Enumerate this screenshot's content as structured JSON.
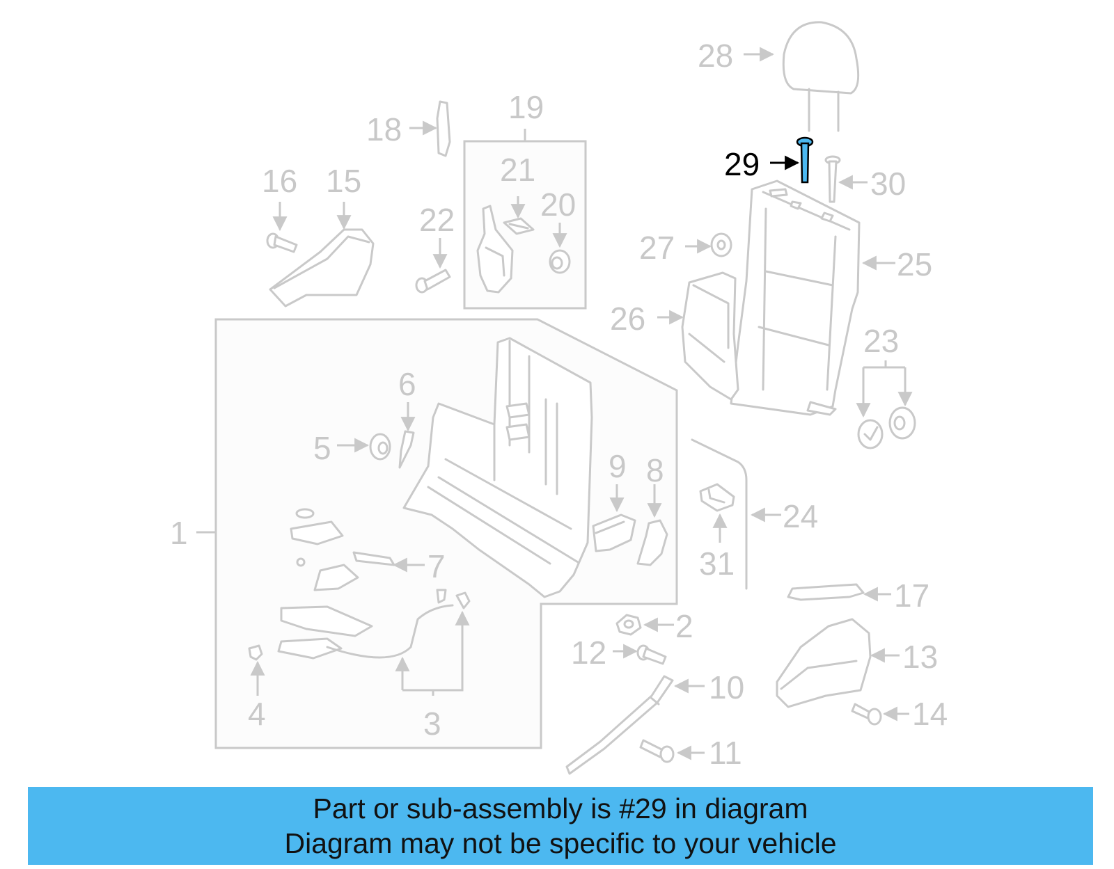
{
  "diagram": {
    "highlighted_part": "29",
    "highlight_color": "#4cb8f0",
    "callouts": [
      "1",
      "2",
      "3",
      "4",
      "5",
      "6",
      "7",
      "8",
      "9",
      "10",
      "11",
      "12",
      "13",
      "14",
      "15",
      "16",
      "17",
      "18",
      "19",
      "20",
      "21",
      "22",
      "23",
      "24",
      "25",
      "26",
      "27",
      "28",
      "29",
      "30",
      "31"
    ]
  },
  "banner": {
    "line1": "Part or sub-assembly is #29 in diagram",
    "line2": "Diagram may not be specific to your vehicle",
    "background": "#4cb8f0"
  }
}
